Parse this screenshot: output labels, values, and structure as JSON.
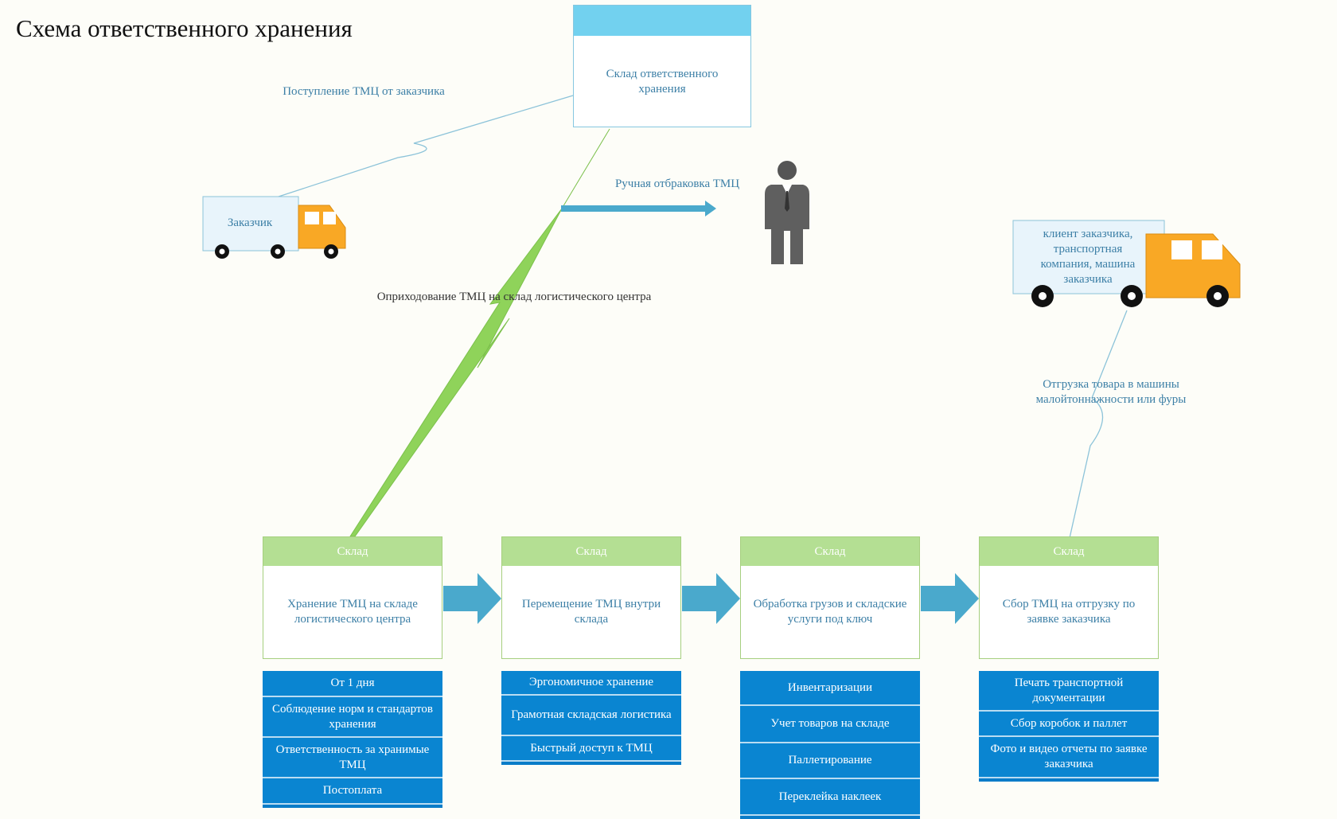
{
  "title": "Схема ответственного хранения",
  "warehouse": {
    "caption": "Склад ответственного хранения"
  },
  "customer": {
    "truck_label": "Заказчик"
  },
  "client": {
    "truck_label": "клиент заказчика, транспортная компания, машина заказчика"
  },
  "labels": {
    "intake": "Поступление ТМЦ от заказчика",
    "manual_sorting": "Ручная отбраковка ТМЦ",
    "posting": "Оприходование ТМЦ на склад логистического центра",
    "shipment": "Отгрузка товара в машины малойтоннажности или фуры"
  },
  "stages": [
    {
      "header": "Склад",
      "text": "Хранение ТМЦ на складе логистического центра",
      "features": [
        "От 1 дня",
        "Соблюдение норм и стандартов хранения",
        "Ответственность за хранимые ТМЦ",
        "Постоплата"
      ]
    },
    {
      "header": "Склад",
      "text": "Перемещение ТМЦ внутри склада",
      "features": [
        "Эргономичное хранение",
        "Грамотная складская логистика",
        "Быстрый доступ к ТМЦ"
      ]
    },
    {
      "header": "Склад",
      "text": "Обработка грузов и складские услуги под ключ",
      "features": [
        "Инвентаризации",
        "Учет товаров на складе",
        "Паллетирование",
        "Переклейка наклеек"
      ]
    },
    {
      "header": "Склад",
      "text": "Сбор ТМЦ на отгрузку по заявке заказчика",
      "features": [
        "Печать транспортной документации",
        "Сбор коробок и паллет",
        "Фото и видео отчеты по заявке заказчика"
      ]
    }
  ],
  "colors": {
    "accent_blue": "#0a85d1",
    "arrow_blue": "#4aa9cc",
    "header_green": "#b4df93",
    "lightning_green": "#8fd35a",
    "truck_orange": "#f9a825",
    "connector": "#8cc3d9"
  },
  "icons": [
    "customer-truck-icon",
    "client-truck-icon",
    "person-icon",
    "lightning-connector-icon",
    "flow-arrow-icon"
  ]
}
